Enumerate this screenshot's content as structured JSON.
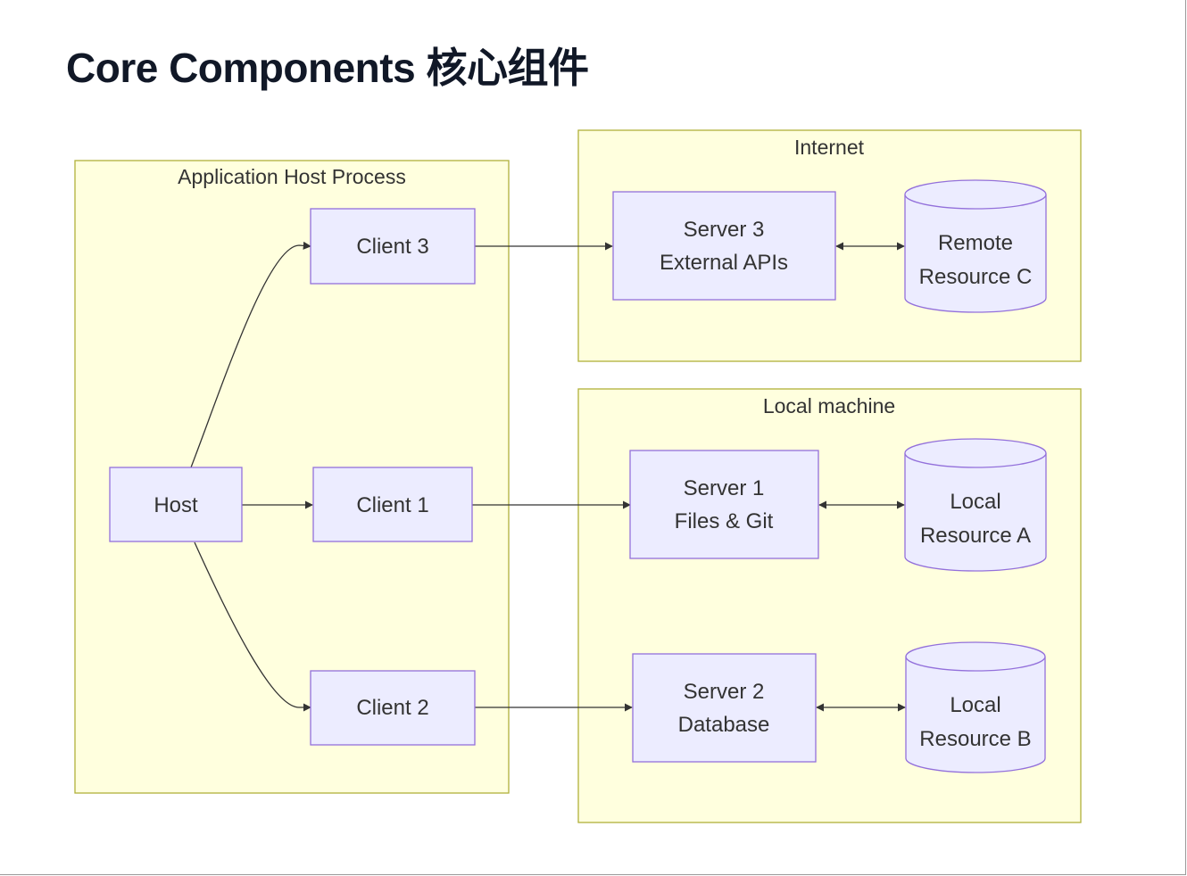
{
  "title": "Core Components  核心组件",
  "groups": {
    "host_process": "Application Host Process",
    "internet": "Internet",
    "local_machine": "Local machine"
  },
  "nodes": {
    "host": "Host",
    "client1": "Client 1",
    "client2": "Client 2",
    "client3": "Client 3",
    "server1": [
      "Server 1",
      "Files & Git"
    ],
    "server2": [
      "Server 2",
      "Database"
    ],
    "server3": [
      "Server 3",
      "External APIs"
    ],
    "resource_a": [
      "Local",
      "Resource A"
    ],
    "resource_b": [
      "Local",
      "Resource B"
    ],
    "resource_c": [
      "Remote",
      "Resource C"
    ]
  },
  "colors": {
    "group_fill": "#ffffde",
    "group_stroke": "#b0b13a",
    "node_fill": "#ececff",
    "node_stroke": "#9370db",
    "edge": "#333333"
  }
}
